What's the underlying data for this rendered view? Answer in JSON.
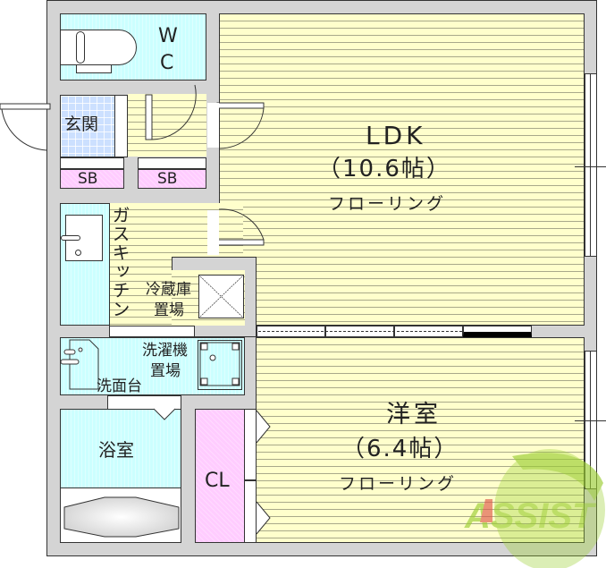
{
  "floorplan": {
    "rooms": {
      "wc": {
        "label_line1": "W",
        "label_line2": "C"
      },
      "genkan": {
        "label": "玄関"
      },
      "sb1": {
        "label": "SB"
      },
      "sb2": {
        "label": "SB"
      },
      "ldk": {
        "name": "LDK",
        "size": "（10.6帖）",
        "floor": "フローリング"
      },
      "kitchen": {
        "label": "ガスキッチン"
      },
      "fridge": {
        "line1": "冷蔵庫",
        "line2": "置場"
      },
      "washer": {
        "line1": "洗濯機",
        "line2": "置場"
      },
      "washbasin": {
        "label": "洗面台"
      },
      "bath": {
        "label": "浴室"
      },
      "closet": {
        "label": "CL"
      },
      "western_room": {
        "name": "洋室",
        "size": "（6.4帖）",
        "floor": "フローリング"
      }
    },
    "watermark": {
      "text": "ASSIST"
    },
    "colors": {
      "wall": "#d4d4d4",
      "flooring": "#ffffcc",
      "wet_area": "#ccffff",
      "entrance_tile": "#cce0ff",
      "storage": "#ffccff",
      "watermark_green": "#9acd32",
      "watermark_red": "#e05a4a"
    }
  }
}
